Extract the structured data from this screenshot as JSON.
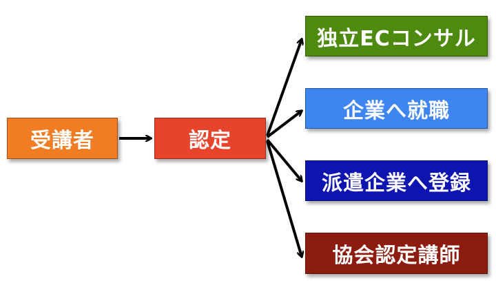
{
  "nodes": {
    "student": {
      "label": "受講者",
      "color": "#f07c24"
    },
    "certification": {
      "label": "認定",
      "color": "#e8432b"
    },
    "independent": {
      "label": "独立ECコンサル",
      "color": "#4e8a10"
    },
    "employment": {
      "label": "企業へ就職",
      "color": "#3f85f2"
    },
    "dispatch": {
      "label": "派遣企業へ登録",
      "color": "#0e14b0"
    },
    "instructor": {
      "label": "協会認定講師",
      "color": "#8c1c10"
    }
  },
  "edges": [
    {
      "from": "student",
      "to": "certification"
    },
    {
      "from": "certification",
      "to": "independent"
    },
    {
      "from": "certification",
      "to": "employment"
    },
    {
      "from": "certification",
      "to": "dispatch"
    },
    {
      "from": "certification",
      "to": "instructor"
    }
  ]
}
